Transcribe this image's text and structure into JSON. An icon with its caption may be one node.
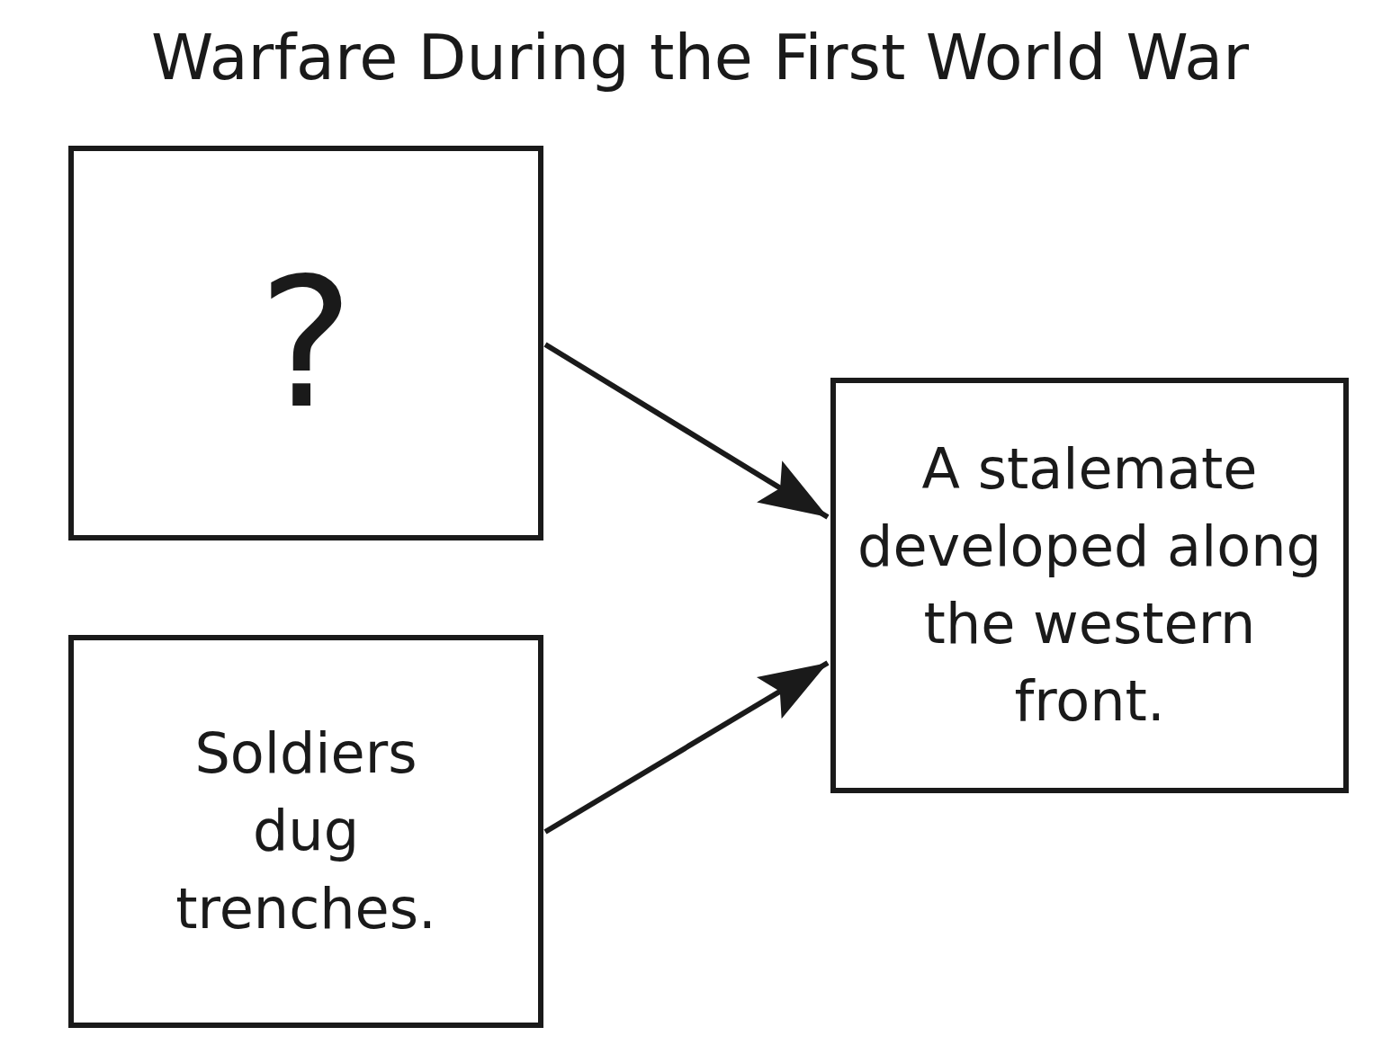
{
  "diagram": {
    "title": "Warfare During the First World War",
    "nodes": [
      {
        "text": [
          "?"
        ]
      },
      {
        "text": [
          "Soldiers dug trenches."
        ]
      },
      {
        "text": [
          "A stalemate developed along the western front."
        ]
      }
    ],
    "edges": [
      {
        "from": 0,
        "to": 2,
        "arrow": "to"
      },
      {
        "from": 1,
        "to": 2,
        "arrow": "to"
      }
    ]
  }
}
